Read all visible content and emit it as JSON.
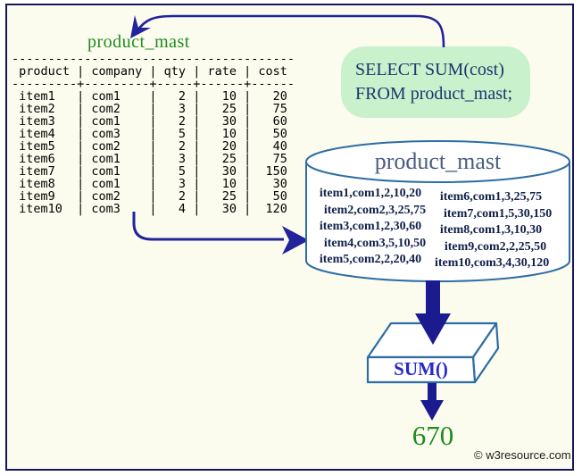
{
  "table": {
    "title": "product_mast",
    "columns": [
      "product",
      "company",
      "qty",
      "rate",
      "cost"
    ],
    "rows": [
      [
        "item1",
        "com1",
        "2",
        "10",
        "20"
      ],
      [
        "item2",
        "com2",
        "3",
        "25",
        "75"
      ],
      [
        "item3",
        "com1",
        "2",
        "30",
        "60"
      ],
      [
        "item4",
        "com3",
        "5",
        "10",
        "50"
      ],
      [
        "item5",
        "com2",
        "2",
        "20",
        "40"
      ],
      [
        "item6",
        "com1",
        "3",
        "25",
        "75"
      ],
      [
        "item7",
        "com1",
        "5",
        "30",
        "150"
      ],
      [
        "item8",
        "com1",
        "3",
        "10",
        "30"
      ],
      [
        "item9",
        "com2",
        "2",
        "25",
        "50"
      ],
      [
        "item10",
        "com3",
        "4",
        "30",
        "120"
      ]
    ]
  },
  "query": {
    "line1": "SELECT SUM(cost)",
    "line2": "FROM product_mast;"
  },
  "database": {
    "title": "product_mast",
    "left_rows": [
      "item1,com1,2,10,20",
      "item2,com2,3,25,75",
      "item3,com1,2,30,60",
      "item4,com3,5,10,50",
      "item5,com2,2,20,40"
    ],
    "right_rows": [
      "item6,com1,3,25,75",
      "item7,com1,5,30,150",
      "item8,com1,3,10,30",
      "item9,com2,2,25,50",
      "item10,com3,4,30,120"
    ]
  },
  "sum_box": {
    "label": "SUM()"
  },
  "result": {
    "value": "670"
  },
  "footer": {
    "copyright": "© w3resource.com"
  },
  "colors": {
    "arrow_navy": "#23239b",
    "thick_arrow_navy": "#1b1b90",
    "shape_blue": "#2d6da5",
    "title_green": "#1f8b1f",
    "query_box_green": "#c9f1cc",
    "query_text_navy": "#18386e",
    "db_text_navy": "#10204a",
    "sum_text_blue": "#2727cb",
    "background_cream": "#fcfcee"
  }
}
